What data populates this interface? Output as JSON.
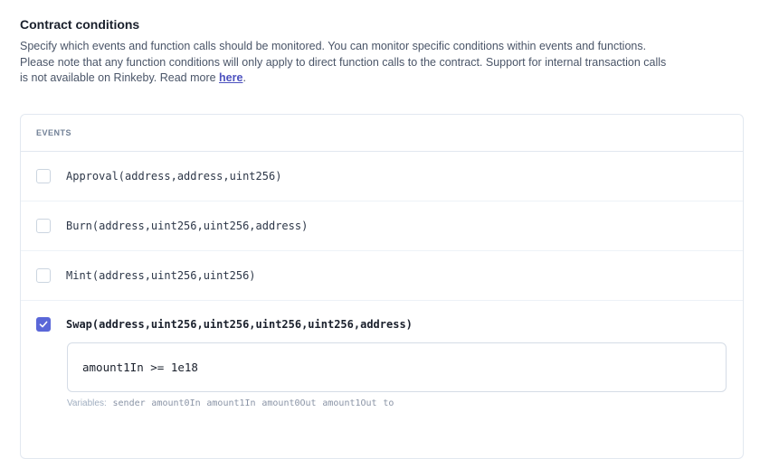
{
  "section": {
    "title": "Contract conditions",
    "desc_line1": "Specify which events and function calls should be monitored. You can monitor specific conditions within events and functions.",
    "desc_line2": "Please note that any function conditions will only apply to direct function calls to the contract. Support for internal transaction calls",
    "desc_line3": "is not available on Rinkeby. Read more ",
    "desc_link": "here",
    "desc_end": "."
  },
  "events": {
    "header": "EVENTS",
    "items": [
      {
        "signature": "Approval(address,address,uint256)",
        "checked": false
      },
      {
        "signature": "Burn(address,uint256,uint256,address)",
        "checked": false
      },
      {
        "signature": "Mint(address,uint256,uint256)",
        "checked": false
      },
      {
        "signature": "Swap(address,uint256,uint256,uint256,uint256,address)",
        "checked": true
      }
    ],
    "condition_value": "amount1In >= 1e18",
    "variables_label": "Variables:",
    "variables": [
      "sender",
      "amount0In",
      "amount1In",
      "amount0Out",
      "amount1Out",
      "to"
    ]
  },
  "colors": {
    "accent": "#5a67d8",
    "link": "#4c51bf"
  }
}
